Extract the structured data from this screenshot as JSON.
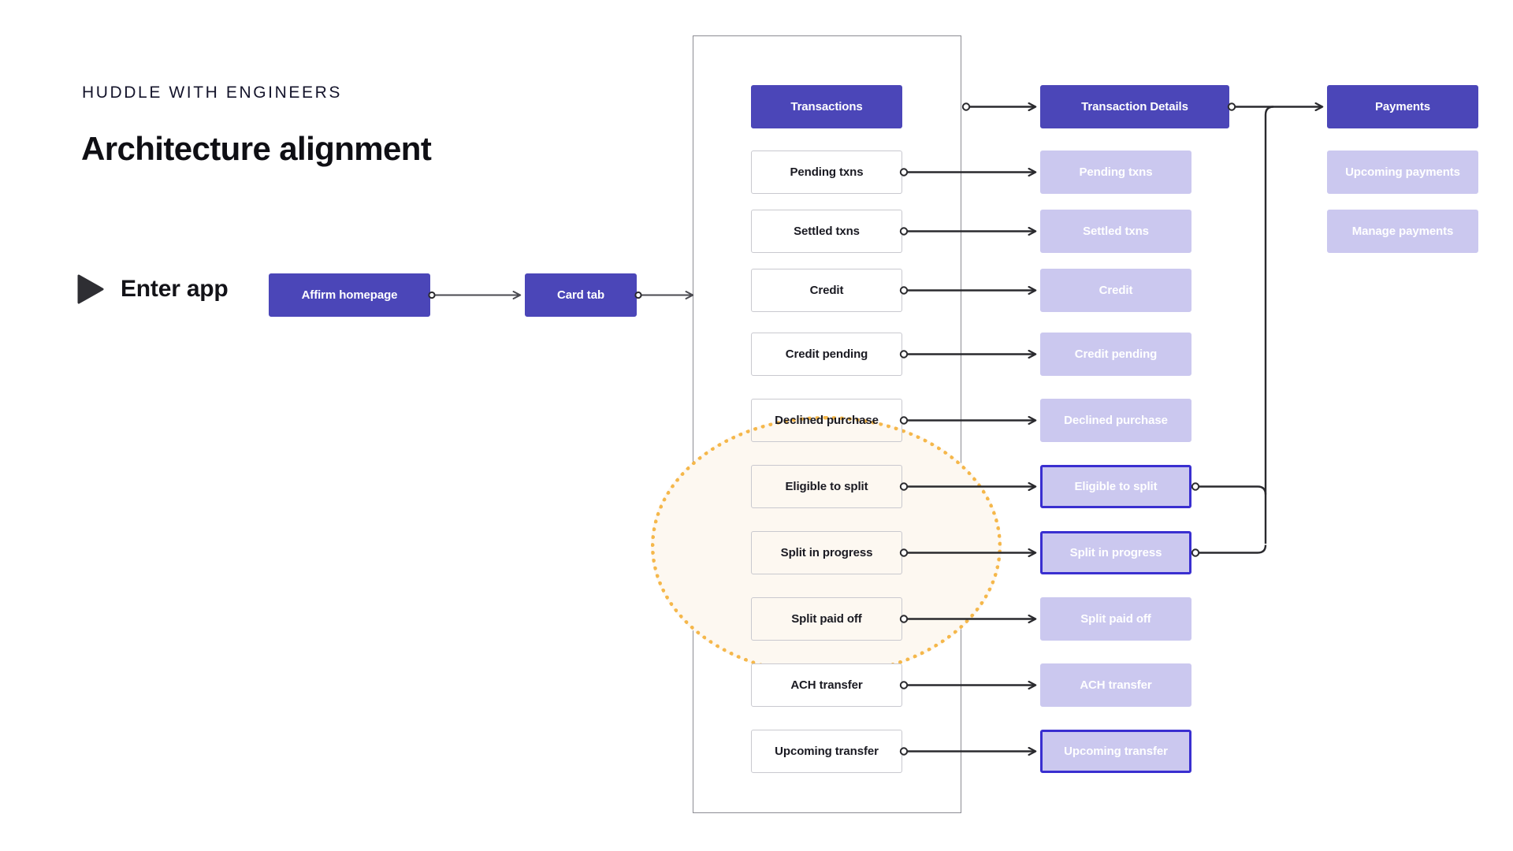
{
  "header": {
    "eyebrow": "HUDDLE WITH ENGINEERS",
    "title": "Architecture alignment"
  },
  "entry": {
    "label": "Enter app",
    "play_icon": "play-triangle-icon",
    "steps": [
      {
        "label": "Affirm homepage"
      },
      {
        "label": "Card tab"
      }
    ]
  },
  "colors": {
    "primary_purple": "#4B46B8",
    "light_lavender": "#CBC8EF",
    "highlight_border": "#3A2FD0",
    "ellipse_fill": "#FDF8F1",
    "ellipse_border": "#F5B74A",
    "frame_border": "#8C8C93",
    "connector": "#2A2A2E"
  },
  "flow": {
    "columns": [
      {
        "name": "transactions",
        "header": {
          "label": "Transactions",
          "style": "primary"
        },
        "items": [
          {
            "label": "Pending txns",
            "style": "outline"
          },
          {
            "label": "Settled txns",
            "style": "outline"
          },
          {
            "label": "Credit",
            "style": "outline"
          },
          {
            "label": "Credit pending",
            "style": "outline"
          },
          {
            "label": "Declined purchase",
            "style": "outline"
          },
          {
            "label": "Eligible to split",
            "style": "outline"
          },
          {
            "label": "Split in progress",
            "style": "outline"
          },
          {
            "label": "Split paid off",
            "style": "outline"
          },
          {
            "label": "ACH transfer",
            "style": "outline"
          },
          {
            "label": "Upcoming transfer",
            "style": "outline"
          }
        ]
      },
      {
        "name": "transaction-details",
        "header": {
          "label": "Transaction Details",
          "style": "primary"
        },
        "items": [
          {
            "label": "Pending txns",
            "style": "light"
          },
          {
            "label": "Settled txns",
            "style": "light"
          },
          {
            "label": "Credit",
            "style": "light"
          },
          {
            "label": "Credit pending",
            "style": "light"
          },
          {
            "label": "Declined purchase",
            "style": "light"
          },
          {
            "label": "Eligible to split",
            "style": "light-highlight"
          },
          {
            "label": "Split in progress",
            "style": "light-highlight"
          },
          {
            "label": "Split paid off",
            "style": "light"
          },
          {
            "label": "ACH transfer",
            "style": "light"
          },
          {
            "label": "Upcoming transfer",
            "style": "light-highlight"
          }
        ]
      },
      {
        "name": "payments",
        "header": {
          "label": "Payments",
          "style": "primary"
        },
        "items": [
          {
            "label": "Upcoming payments",
            "style": "light"
          },
          {
            "label": "Manage payments",
            "style": "light"
          }
        ]
      }
    ]
  }
}
